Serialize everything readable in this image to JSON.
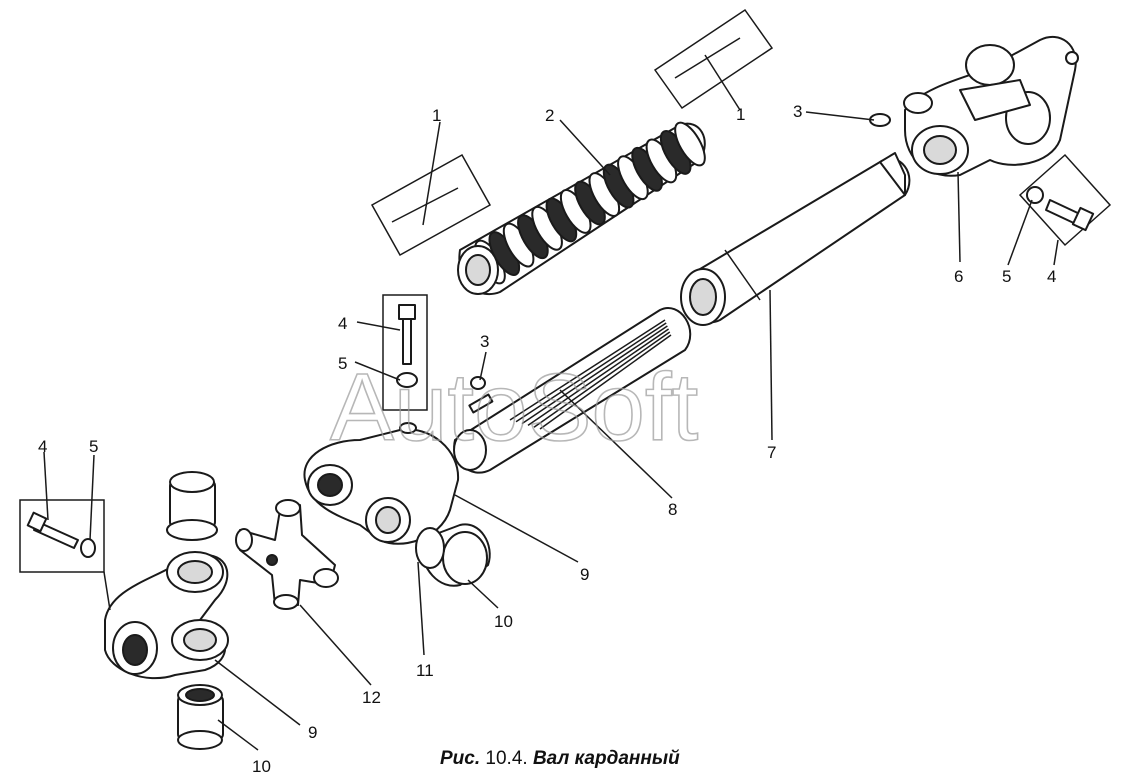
{
  "figure": {
    "caption_prefix": "Рис.",
    "caption_number": "10.4.",
    "caption_title": "Вал карданный",
    "watermark": "AutoSoft"
  },
  "callouts": [
    {
      "id": "c1a",
      "text": "1"
    },
    {
      "id": "c1b",
      "text": "1"
    },
    {
      "id": "c2",
      "text": "2"
    },
    {
      "id": "c3a",
      "text": "3"
    },
    {
      "id": "c3b",
      "text": "3"
    },
    {
      "id": "c4a",
      "text": "4"
    },
    {
      "id": "c4b",
      "text": "4"
    },
    {
      "id": "c4c",
      "text": "4"
    },
    {
      "id": "c5a",
      "text": "5"
    },
    {
      "id": "c5b",
      "text": "5"
    },
    {
      "id": "c5c",
      "text": "5"
    },
    {
      "id": "c6",
      "text": "6"
    },
    {
      "id": "c7",
      "text": "7"
    },
    {
      "id": "c8",
      "text": "8"
    },
    {
      "id": "c9a",
      "text": "9"
    },
    {
      "id": "c9b",
      "text": "9"
    },
    {
      "id": "c10a",
      "text": "10"
    },
    {
      "id": "c10b",
      "text": "10"
    },
    {
      "id": "c11",
      "text": "11"
    },
    {
      "id": "c12",
      "text": "12"
    }
  ]
}
